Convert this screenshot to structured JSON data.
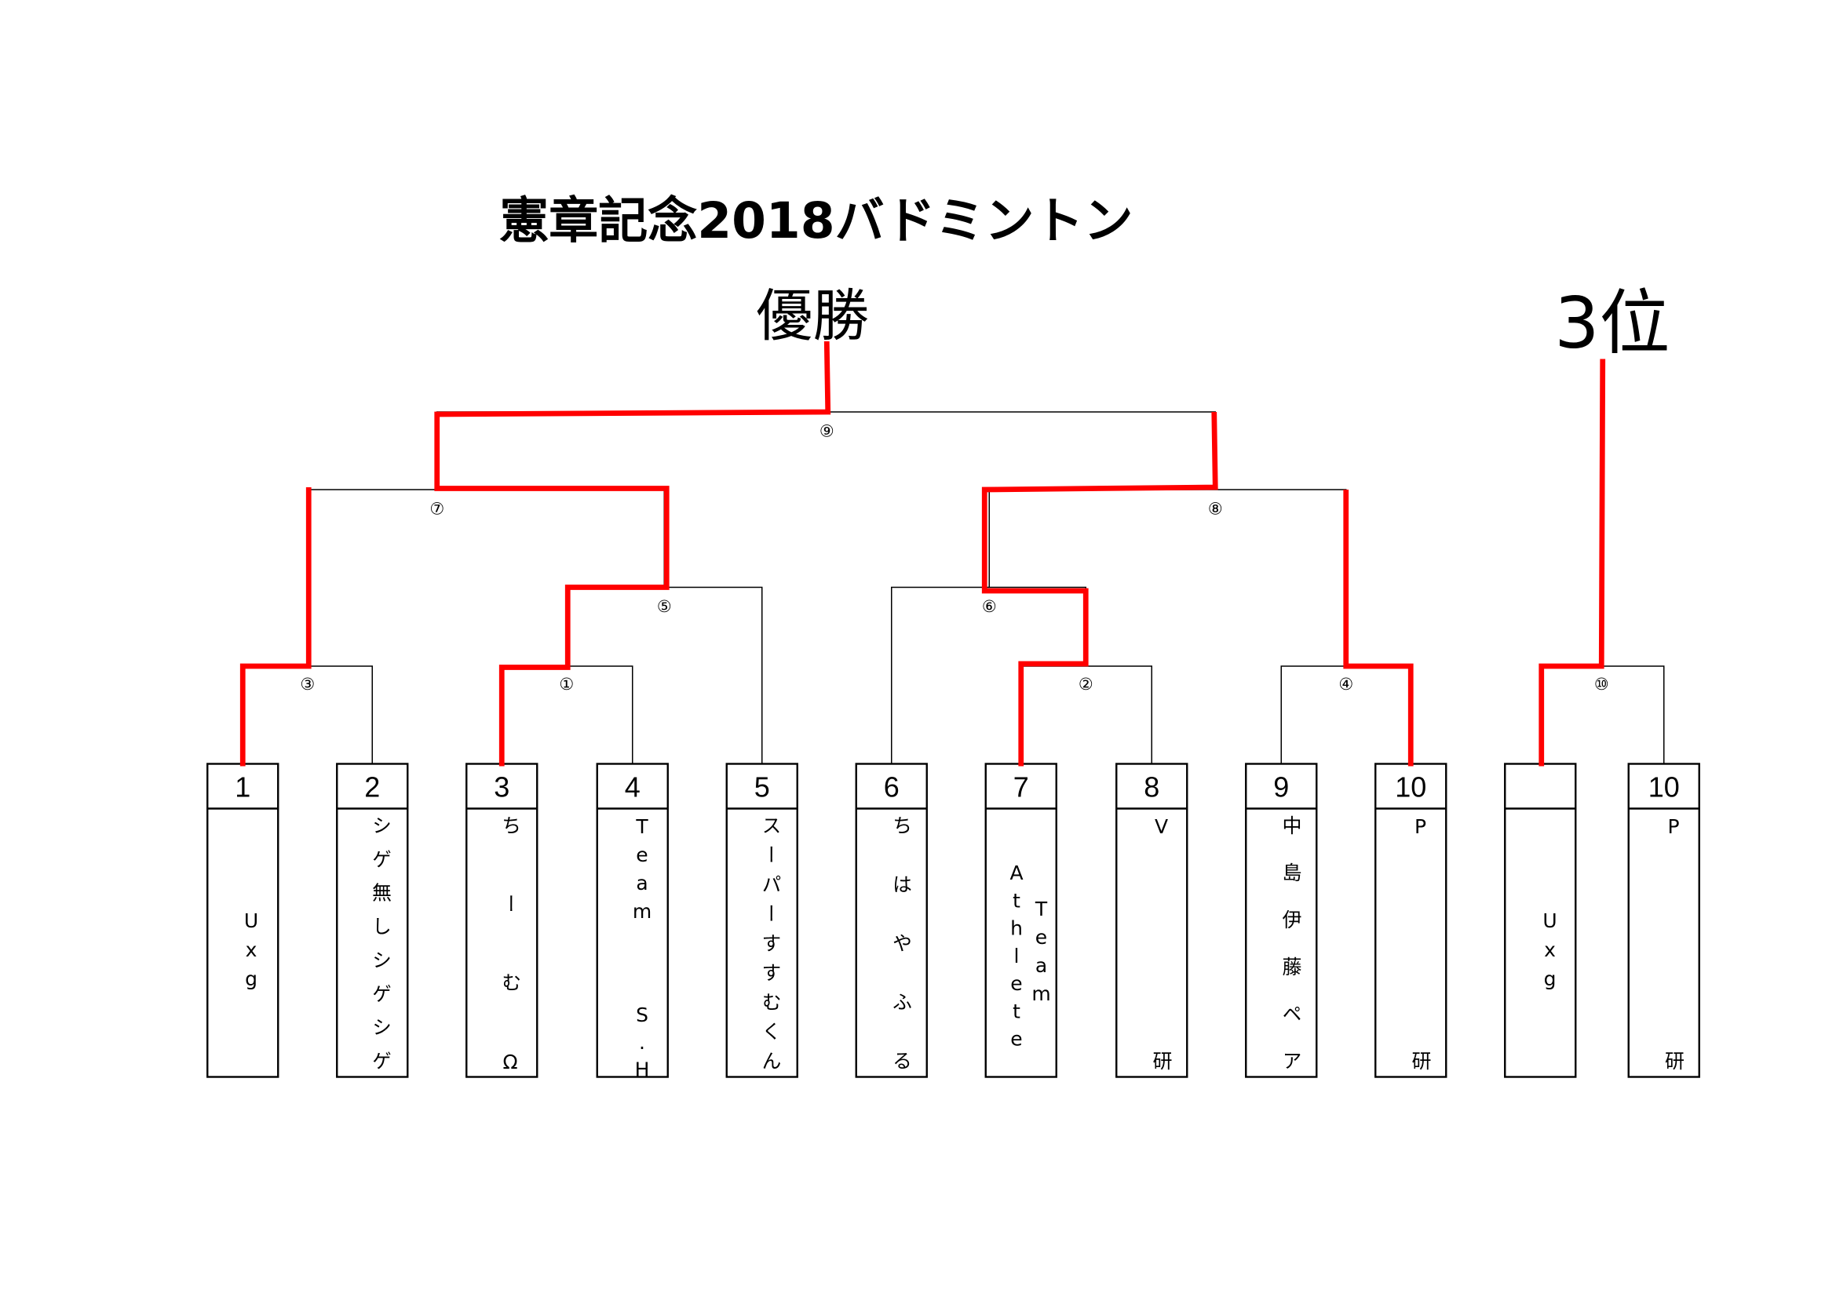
{
  "title": "憲章記念2018バドミントン",
  "champion_label": "優勝",
  "third_place_label": "3位",
  "colors": {
    "winner_line": "#ff0000",
    "line": "#000000"
  },
  "match_labels": {
    "m1": "①",
    "m2": "②",
    "m3": "③",
    "m4": "④",
    "m5": "⑤",
    "m6": "⑥",
    "m7": "⑦",
    "m8": "⑧",
    "m9": "⑨",
    "m10": "⑩"
  },
  "entries": [
    {
      "number": "1",
      "name_parts": [
        "Uxg"
      ]
    },
    {
      "number": "2",
      "name_parts": [
        "シゲ無しシゲシゲ"
      ]
    },
    {
      "number": "3",
      "name_parts": [
        "ちーむΩ"
      ]
    },
    {
      "number": "4",
      "name_parts": [
        "Team",
        "S.H"
      ]
    },
    {
      "number": "5",
      "name_parts": [
        "スーパーすすむくん"
      ]
    },
    {
      "number": "6",
      "name_parts": [
        "ちはやふる"
      ]
    },
    {
      "number": "7",
      "name_parts": [
        "Athlete",
        "Team"
      ]
    },
    {
      "number": "8",
      "name_parts": [
        "V",
        "研"
      ]
    },
    {
      "number": "9",
      "name_parts": [
        "中島伊藤ペア"
      ]
    },
    {
      "number": "10",
      "name_parts": [
        "P",
        "研"
      ]
    },
    {
      "number": "",
      "name_parts": [
        "Uxg"
      ]
    },
    {
      "number": "10",
      "name_parts": [
        "P",
        "研"
      ]
    }
  ]
}
